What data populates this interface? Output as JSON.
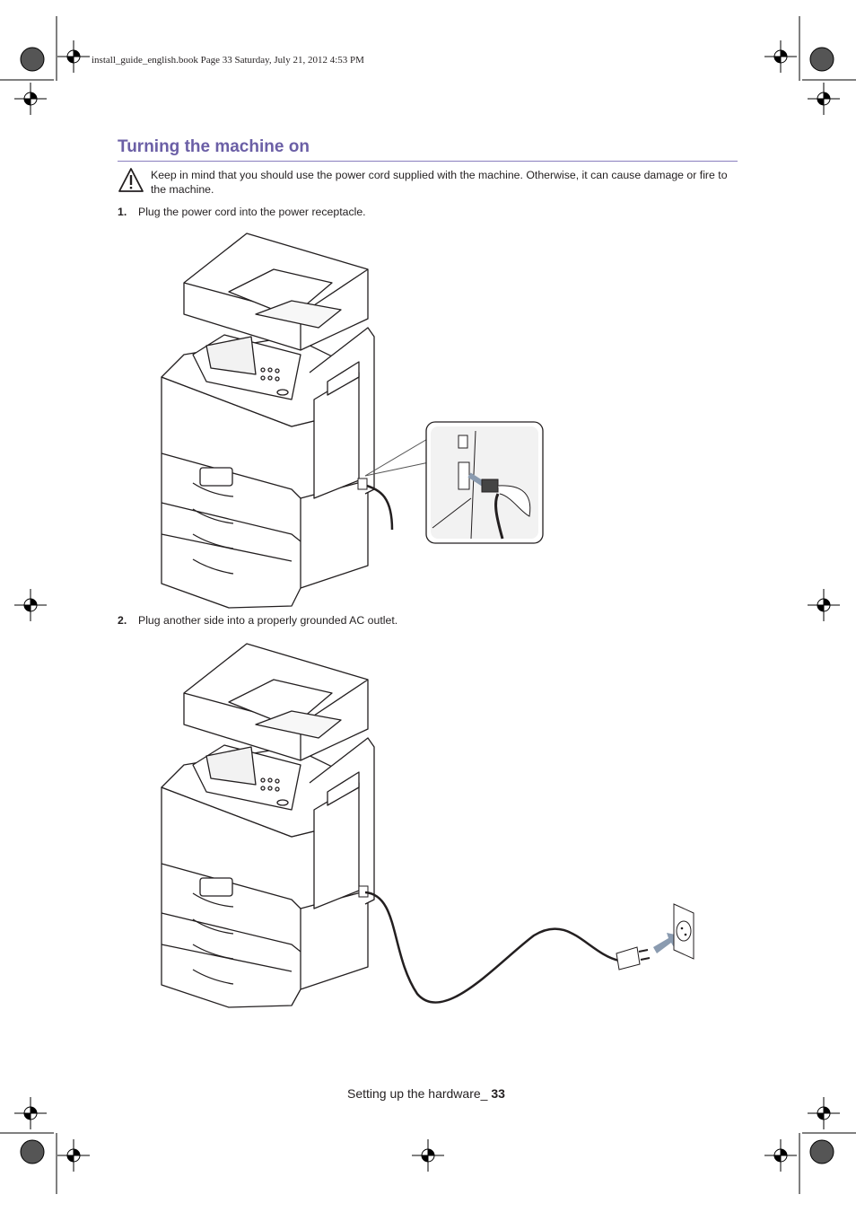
{
  "book_header": "install_guide_english.book  Page 33  Saturday, July 21, 2012  4:53 PM",
  "section_title": "Turning the machine on",
  "caution": {
    "icon": "caution-triangle-icon",
    "text": "Keep in mind that you should use the power cord supplied with the machine. Otherwise, it can cause damage or fire to the machine."
  },
  "steps": [
    {
      "number": "1.",
      "text": "Plug the power cord into the power receptacle."
    },
    {
      "number": "2.",
      "text": "Plug another side into a properly grounded AC outlet."
    }
  ],
  "footer": {
    "label": "Setting up the hardware_",
    "page_number": "33"
  },
  "colors": {
    "title": "#6b5fa6",
    "text": "#231f20",
    "rule": "#8a7fbf"
  }
}
